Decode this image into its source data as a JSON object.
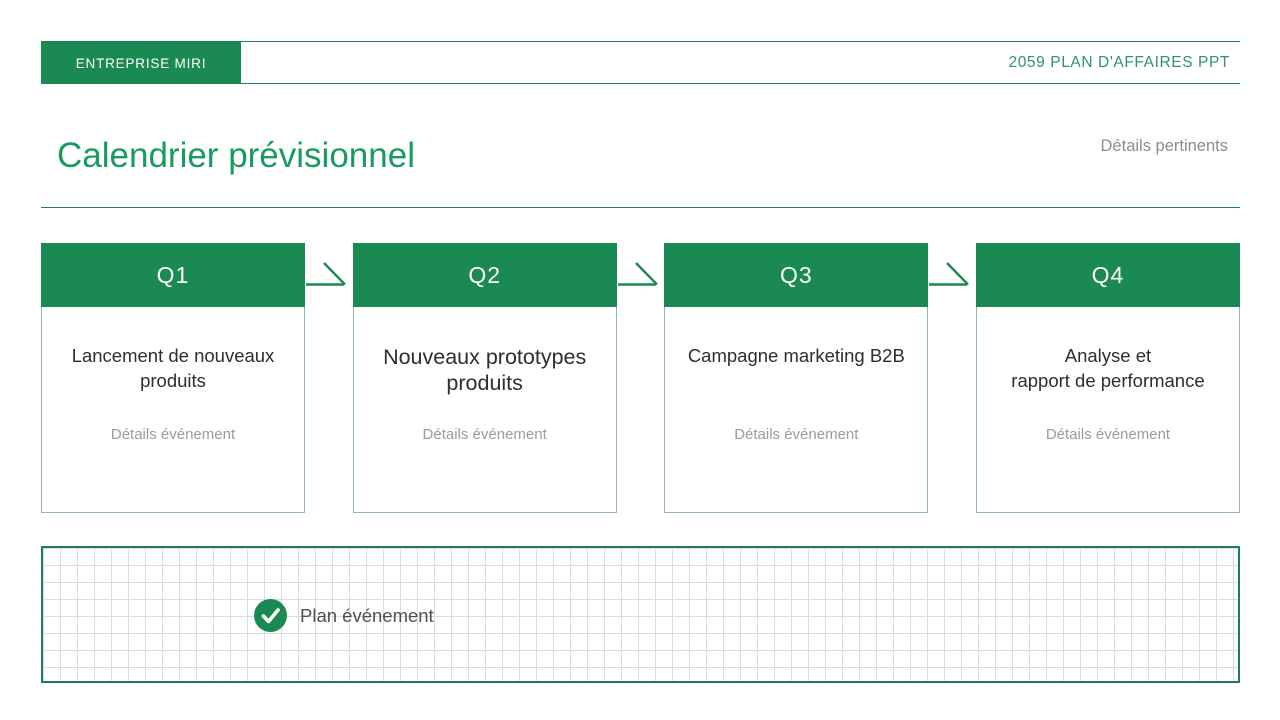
{
  "header": {
    "company": "ENTREPRISE MIRI",
    "doc_title": "2059 PLAN D'AFFAIRES PPT"
  },
  "title": "Calendrier prévisionnel",
  "subtitle_right": "Détails pertinents",
  "quarters": [
    {
      "label": "Q1",
      "title": "Lancement de nouveaux\nproduits",
      "details": "Détails événement"
    },
    {
      "label": "Q2",
      "title": "Nouveaux prototypes\nproduits",
      "details": "Détails événement"
    },
    {
      "label": "Q3",
      "title": "Campagne marketing B2B",
      "details": "Détails événement"
    },
    {
      "label": "Q4",
      "title": "Analyse et\nrapport de performance",
      "details": "Détails événement"
    }
  ],
  "footer": {
    "note": "Plan événement"
  },
  "icons": {
    "check": "check-icon",
    "arrow": "flow-arrow-icon"
  },
  "colors": {
    "accent": "#1A8A52",
    "line": "#1E7C63",
    "title": "#189A60",
    "doc_title_text": "#2F9468",
    "card_border": "#8FBCA3",
    "grid_line": "#DBDBDB",
    "text_dark": "#2E2E2E",
    "text_gray": "#9B9B9B",
    "note_text": "#4F4F4F",
    "details_note": "#8C8C8C"
  }
}
